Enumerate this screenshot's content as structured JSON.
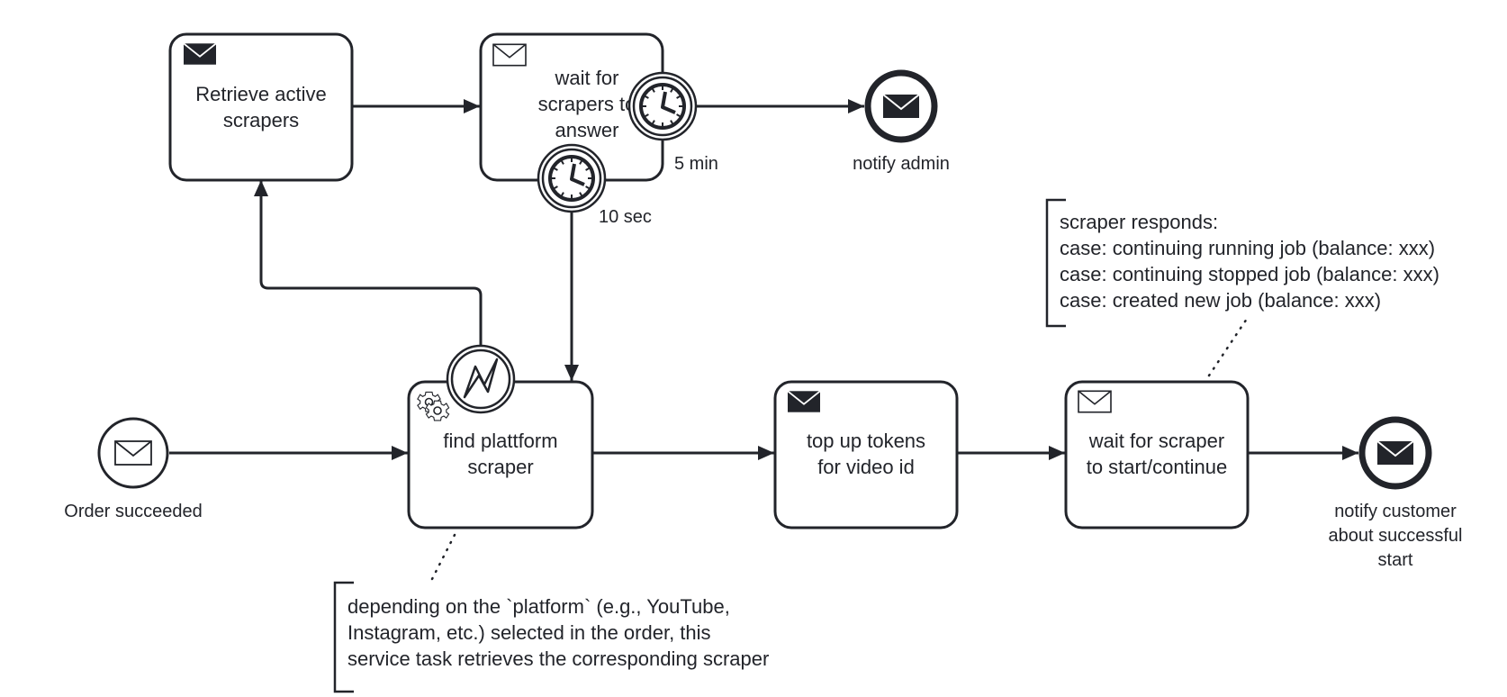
{
  "tasks": {
    "retrieve_scrapers": {
      "label": [
        "Retrieve active",
        "scrapers"
      ],
      "icon": "send-envelope-icon"
    },
    "wait_scrapers": {
      "label": [
        "wait for",
        "scrapers to",
        "answer"
      ],
      "icon": "receive-envelope-icon"
    },
    "find_scraper": {
      "label": [
        "find plattform",
        "scraper"
      ],
      "icon": "gear-icon"
    },
    "top_up": {
      "label": [
        "top up tokens",
        "for video id"
      ],
      "icon": "send-envelope-icon"
    },
    "wait_start": {
      "label": [
        "wait for scraper",
        "to start/continue"
      ],
      "icon": "receive-envelope-icon"
    }
  },
  "events": {
    "start": {
      "label": [
        "Order succeeded"
      ],
      "icon": "envelope-icon"
    },
    "notify_admin": {
      "label": [
        "notify admin"
      ],
      "icon": "envelope-filled-icon"
    },
    "notify_customer": {
      "label": [
        "notify customer",
        "about successful",
        "start"
      ],
      "icon": "envelope-filled-icon"
    }
  },
  "boundary": {
    "timer_5min": {
      "label": "5 min",
      "icon": "clock-icon"
    },
    "timer_10sec": {
      "label": "10 sec",
      "icon": "clock-icon"
    },
    "error": {
      "icon": "lightning-icon"
    }
  },
  "annotations": {
    "scraper_responds": [
      "scraper responds:",
      "case: continuing running job (balance: xxx)",
      "case: continuing stopped job (balance: xxx)",
      "case: created new job (balance: xxx)"
    ],
    "platform_note": [
      "depending on the `platform` (e.g., YouTube,",
      "Instagram, etc.) selected in the order, this",
      "service task retrieves the corresponding scraper"
    ]
  },
  "colors": {
    "stroke": "#22242a",
    "fill": "#ffffff"
  }
}
